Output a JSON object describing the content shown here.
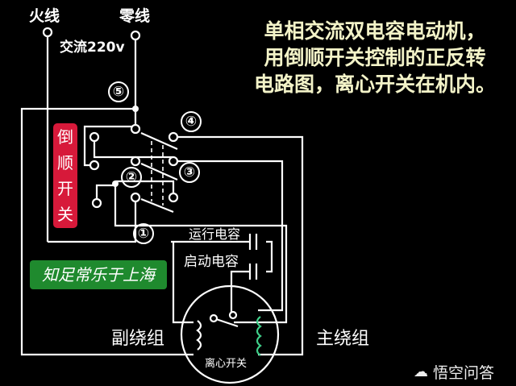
{
  "labels": {
    "live_wire": "火线",
    "neutral_wire": "零线",
    "ac_supply": "交流220v",
    "run_capacitor": "运行电容",
    "start_capacitor": "启动电容",
    "aux_winding": "副绕组",
    "main_winding": "主绕组",
    "centrifugal_switch": "离心开关"
  },
  "title_lines": [
    "单相交流双电容电动机，",
    "用倒顺开关控制的正反转",
    "电路图，离心开关在机内。"
  ],
  "switch_label": [
    "倒",
    "顺",
    "开",
    "关"
  ],
  "terminal_numbers": [
    "①",
    "②",
    "③",
    "④",
    "⑤"
  ],
  "watermark_green": "知足常乐于上海",
  "brand_logo": {
    "icon": "wukong-cloud-icon",
    "text": "悟空问答"
  },
  "colors": {
    "background": "#000000",
    "wire": "#ffffff",
    "switch_label_bg": "#d7193a",
    "watermark_bg": "#1f8a2e",
    "title_text": "#f3f3c8",
    "main_winding_accent": "#3fd08a"
  }
}
